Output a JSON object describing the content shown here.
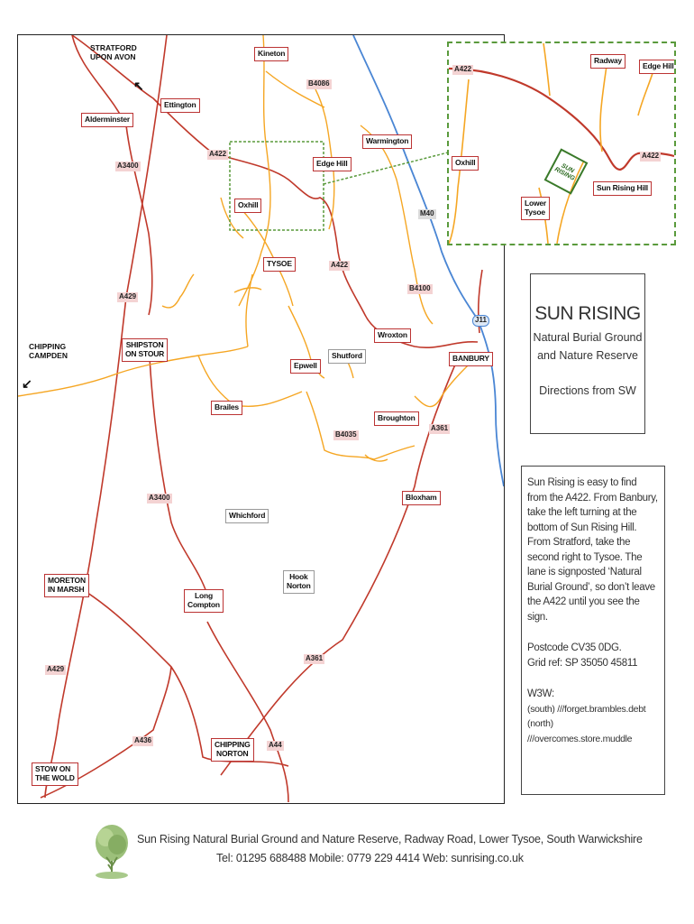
{
  "map": {
    "towns": {
      "stratford": "STRATFORD\nUPON AVON",
      "kineton": "Kineton",
      "ettington": "Ettington",
      "alderminster": "Alderminster",
      "warmington": "Warmington",
      "edge_hill": "Edge Hill",
      "oxhill": "Oxhill",
      "tysoe": "TYSOE",
      "chipping_campden": "CHIPPING\nCAMPDEN",
      "shipston": "SHIPSTON\nON STOUR",
      "shutford": "Shutford",
      "epwell": "Epwell",
      "wroxton": "Wroxton",
      "banbury": "BANBURY",
      "brailes": "Brailes",
      "broughton": "Broughton",
      "whichford": "Whichford",
      "bloxham": "Bloxham",
      "moreton": "MORETON\nIN MARSH",
      "long_compton": "Long\nCompton",
      "hook_norton": "Hook\nNorton",
      "stow": "STOW ON\nTHE WOLD",
      "chipping_norton": "CHIPPING\nNORTON"
    },
    "roads": {
      "a3400_n": "A3400",
      "a422_w": "A422",
      "b4086": "B4086",
      "m40": "M40",
      "a422_e": "A422",
      "a429_n": "A429",
      "b4100": "B4100",
      "j11": "J11",
      "b4035": "B4035",
      "a361_n": "A361",
      "a3400_s": "A3400",
      "a429_s": "A429",
      "a361_s": "A361",
      "a436": "A436",
      "a44": "A44"
    },
    "inset": {
      "a422_w": "A422",
      "radway": "Radway",
      "edge_hill": "Edge Hill",
      "oxhill": "Oxhill",
      "a422_e": "A422",
      "sun_rising_hill": "Sun Rising Hill",
      "lower_tysoe": "Lower\nTysoe",
      "marker": "SUN\nRISING"
    }
  },
  "title_box": {
    "title": "SUN RISING",
    "subtitle_1": "Natural Burial Ground",
    "subtitle_2": "and Nature Reserve",
    "directions": "Directions from SW"
  },
  "info": {
    "paragraph": "Sun Rising is easy to find from the A422. From Banbury, take the left turning at the bottom of Sun Rising Hill.  From Stratford, take the second right to Tysoe.  The lane is signposted ‘Natural Burial Ground’, so don’t leave the A422 until you see the sign.",
    "postcode": "Postcode CV35 0DG.",
    "grid_ref": "Grid ref: SP 35050 45811",
    "w3w_label": "W3W:",
    "w3w_south": "(south) ///forget.brambles.debt",
    "w3w_north": "(north) ///overcomes.store.muddle"
  },
  "footer": {
    "line1": "Sun Rising Natural Burial Ground and Nature Reserve, Radway Road, Lower Tysoe, South Warwickshire",
    "line2": "Tel: 01295 688488   Mobile: 0779 229 4414   Web: sunrising.co.uk"
  },
  "colors": {
    "a_road": "#c0392b",
    "b_road": "#f5a623",
    "motorway": "#4a86d4",
    "inset_border": "#5a9a3c"
  }
}
